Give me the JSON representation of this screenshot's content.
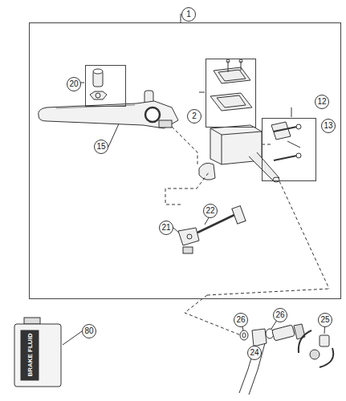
{
  "diagram": {
    "nodes": [
      {
        "text": [
          "1"
        ]
      },
      {
        "text": [
          "20"
        ],
        "in": 0
      },
      {
        "text": [
          "2"
        ],
        "in": 0
      },
      {
        "text": [
          "12",
          "13"
        ],
        "in": 0
      }
    ],
    "labels": [
      "15",
      "21",
      "22",
      "26",
      "26",
      "25",
      "24",
      "80",
      "BRAKE FLUID"
    ]
  }
}
